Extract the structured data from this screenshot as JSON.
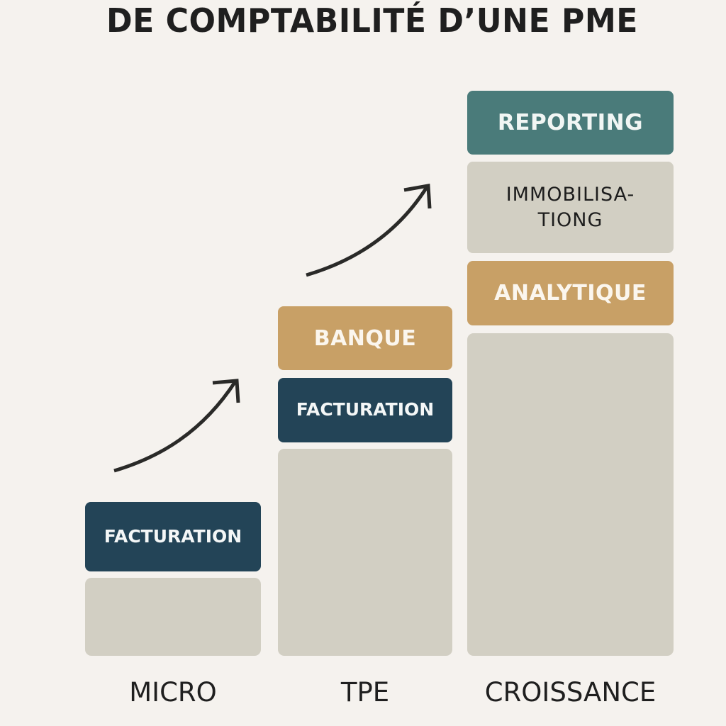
{
  "title": "DE COMPTABILITÉ D’UNE PME",
  "colors": {
    "background": "#f5f2ee",
    "base": "#d2cfc3",
    "navy": "#234457",
    "teal": "#4a7b7a",
    "tan": "#c8a066",
    "arrow": "#2a2a28"
  },
  "stages": [
    {
      "label": "MICRO",
      "modules": [
        {
          "label": "FACTURATION",
          "color": "navy"
        }
      ]
    },
    {
      "label": "TPE",
      "modules": [
        {
          "label": "FACTURATION",
          "color": "navy"
        },
        {
          "label": "BANQUE",
          "color": "tan"
        }
      ]
    },
    {
      "label": "CROISSANCE",
      "modules": [
        {
          "label": "ANALYTIQUE",
          "color": "tan"
        },
        {
          "label": "IMMOBILISA-\nTIONG",
          "line1": "IMMOBILISA-",
          "line2": "TIONG",
          "color": "grey"
        },
        {
          "label": "REPORTING",
          "color": "teal"
        }
      ]
    }
  ],
  "arrows": [
    {
      "from": "MICRO",
      "to": "TPE",
      "icon": "curved-arrow-up-right-icon"
    },
    {
      "from": "TPE",
      "to": "CROISSANCE",
      "icon": "curved-arrow-up-right-icon"
    }
  ]
}
